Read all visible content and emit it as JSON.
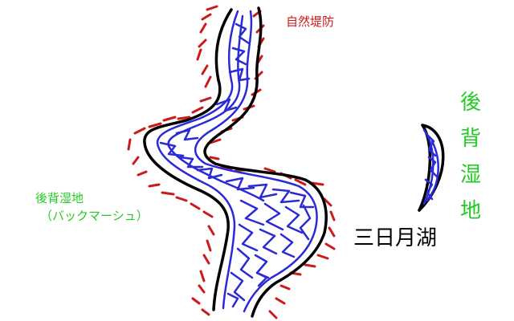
{
  "colors": {
    "river": "#2a2ad8",
    "levee": "#cc1a1a",
    "bank": "#000000",
    "levee_label": "#cc1a1a",
    "backmarsh_label": "#22cc22",
    "oxbow_label": "#000000"
  },
  "labels": {
    "natural_levee": "自然堤防",
    "backmarsh_left_line1": "後背湿地",
    "backmarsh_left_line2": "（バックマーシュ）",
    "oxbow_lake": "三日月湖",
    "backmarsh_right_chars": [
      "後",
      "背",
      "湿",
      "地"
    ]
  }
}
